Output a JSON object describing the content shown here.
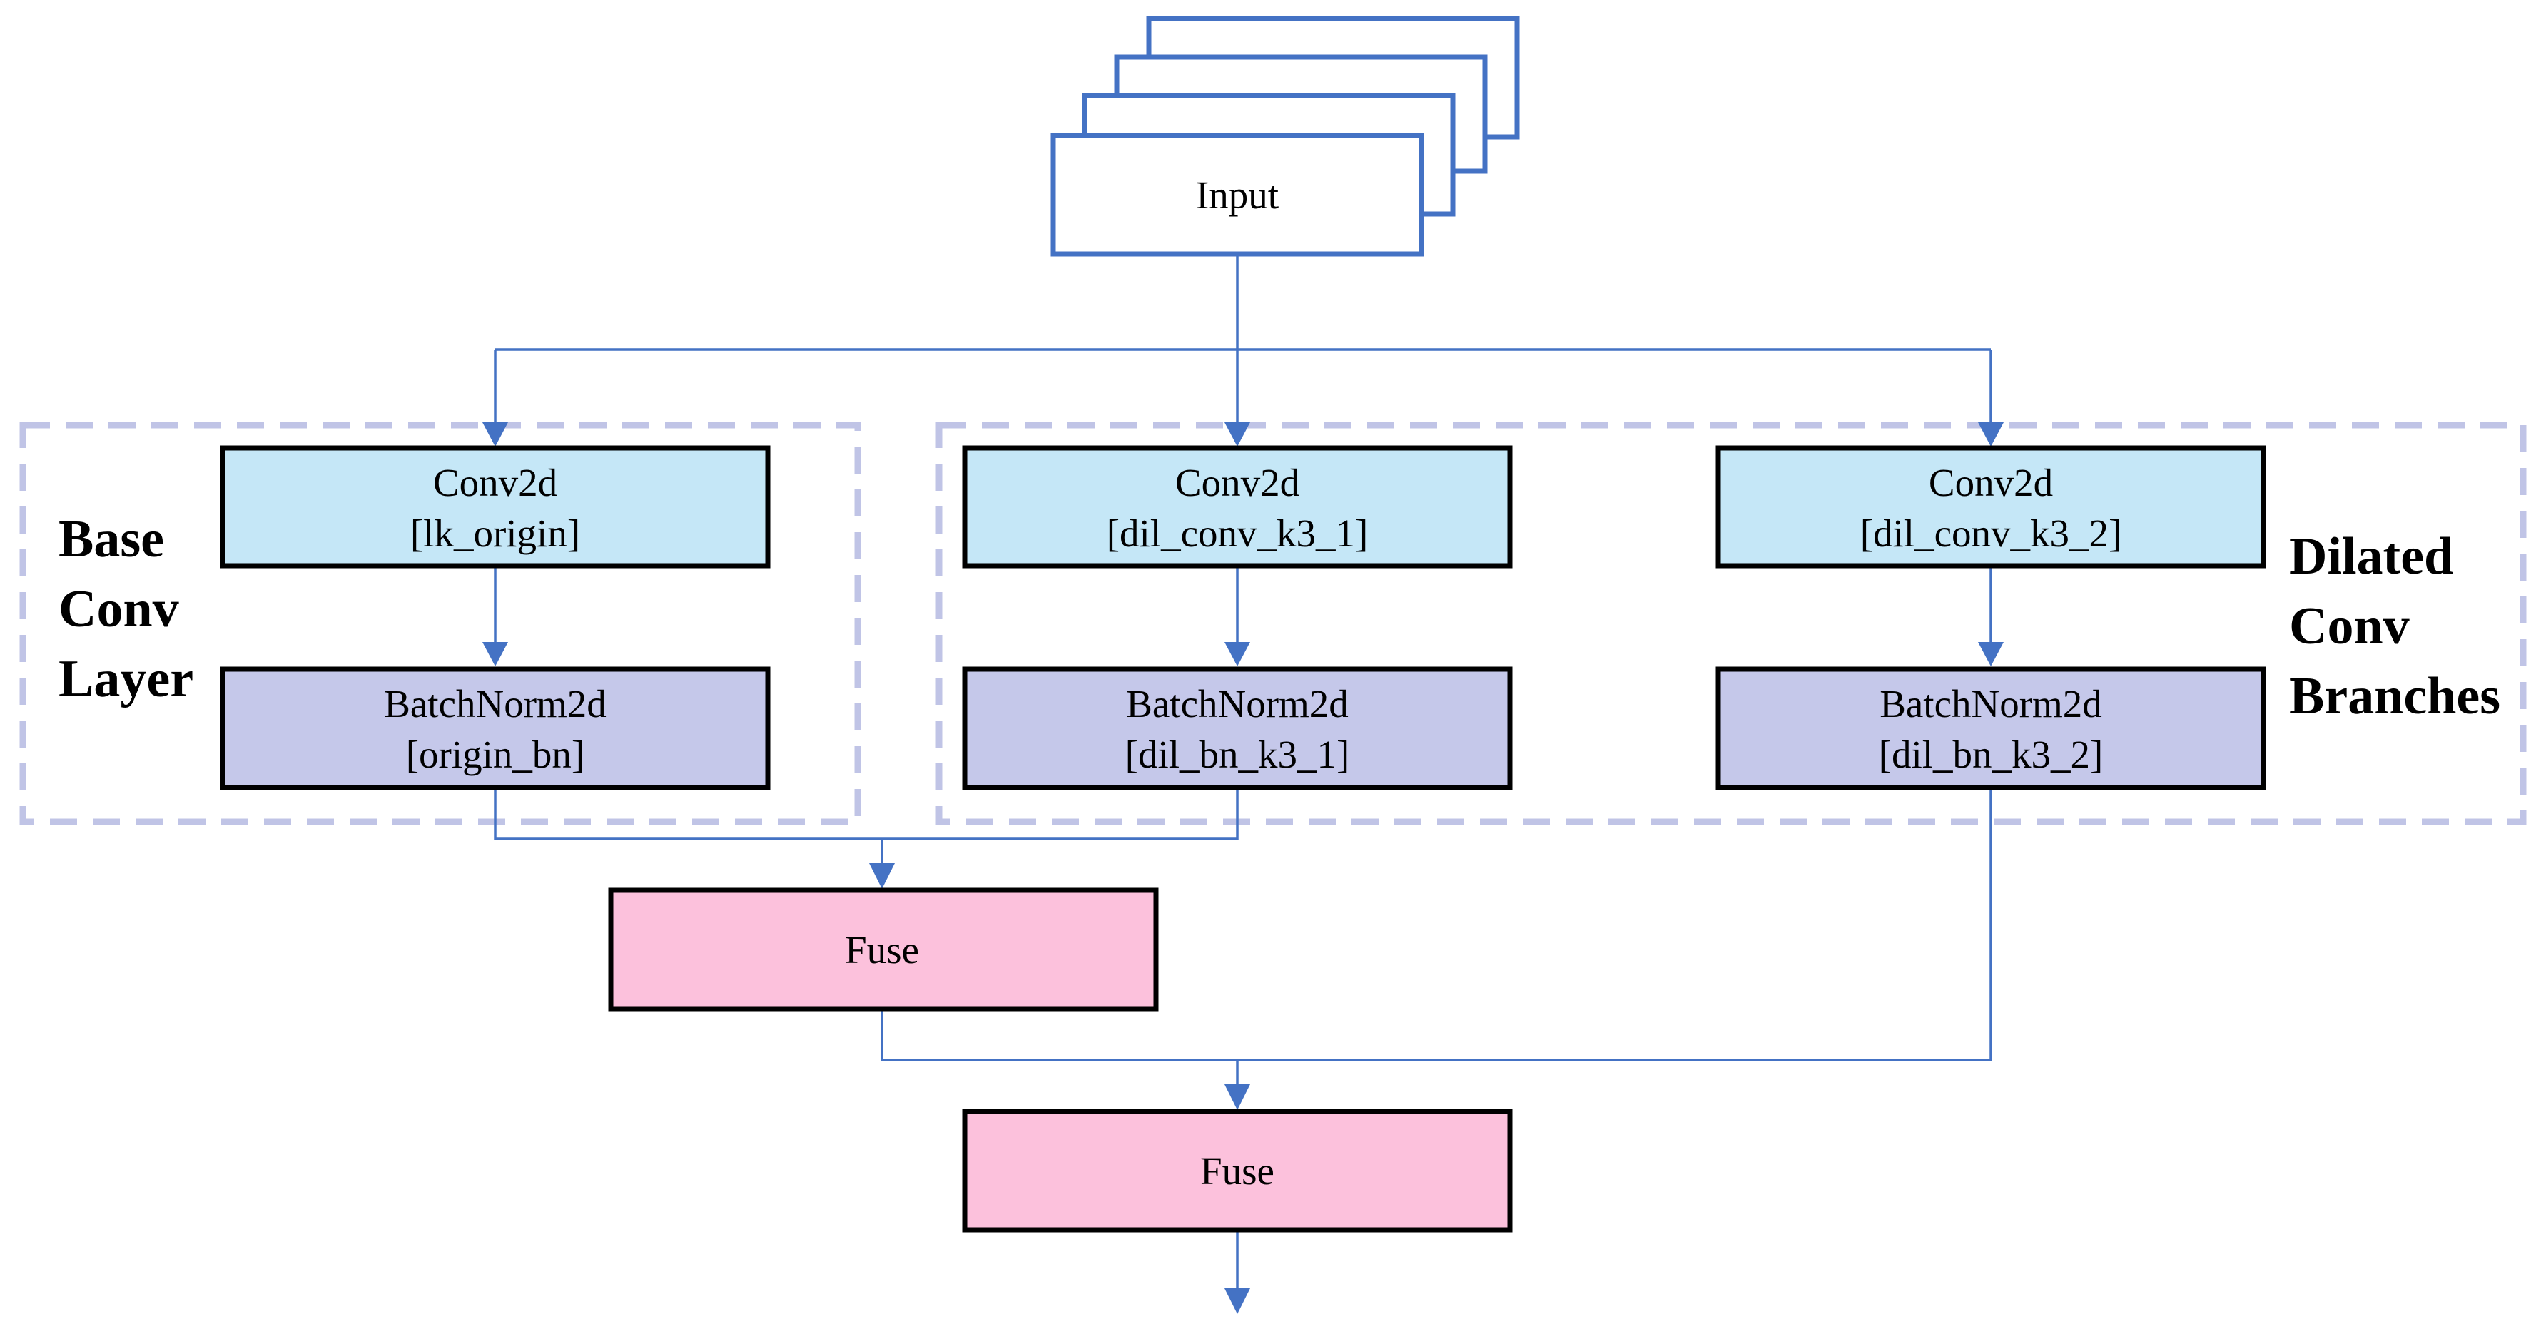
{
  "input": {
    "label": "Input"
  },
  "groups": {
    "base": {
      "lines": [
        "Base",
        "Conv",
        "Layer"
      ]
    },
    "dilated": {
      "lines": [
        "Dilated",
        "Conv",
        "Branches"
      ]
    }
  },
  "branches": [
    {
      "conv_title": "Conv2d",
      "conv_name": "[lk_origin]",
      "bn_title": "BatchNorm2d",
      "bn_name": "[origin_bn]"
    },
    {
      "conv_title": "Conv2d",
      "conv_name": "[dil_conv_k3_1]",
      "bn_title": "BatchNorm2d",
      "bn_name": "[dil_bn_k3_1]"
    },
    {
      "conv_title": "Conv2d",
      "conv_name": "[dil_conv_k3_2]",
      "bn_title": "BatchNorm2d",
      "bn_name": "[dil_bn_k3_2]"
    }
  ],
  "fuse": [
    {
      "label": "Fuse"
    },
    {
      "label": "Fuse"
    }
  ],
  "colors": {
    "line": "#4472C4",
    "conv_fill": "#C5E7F7",
    "bn_fill": "#C5C8EA",
    "fuse_fill": "#FCC1DC",
    "group_border": "#C0C4E6",
    "input_border": "#4472C4"
  }
}
